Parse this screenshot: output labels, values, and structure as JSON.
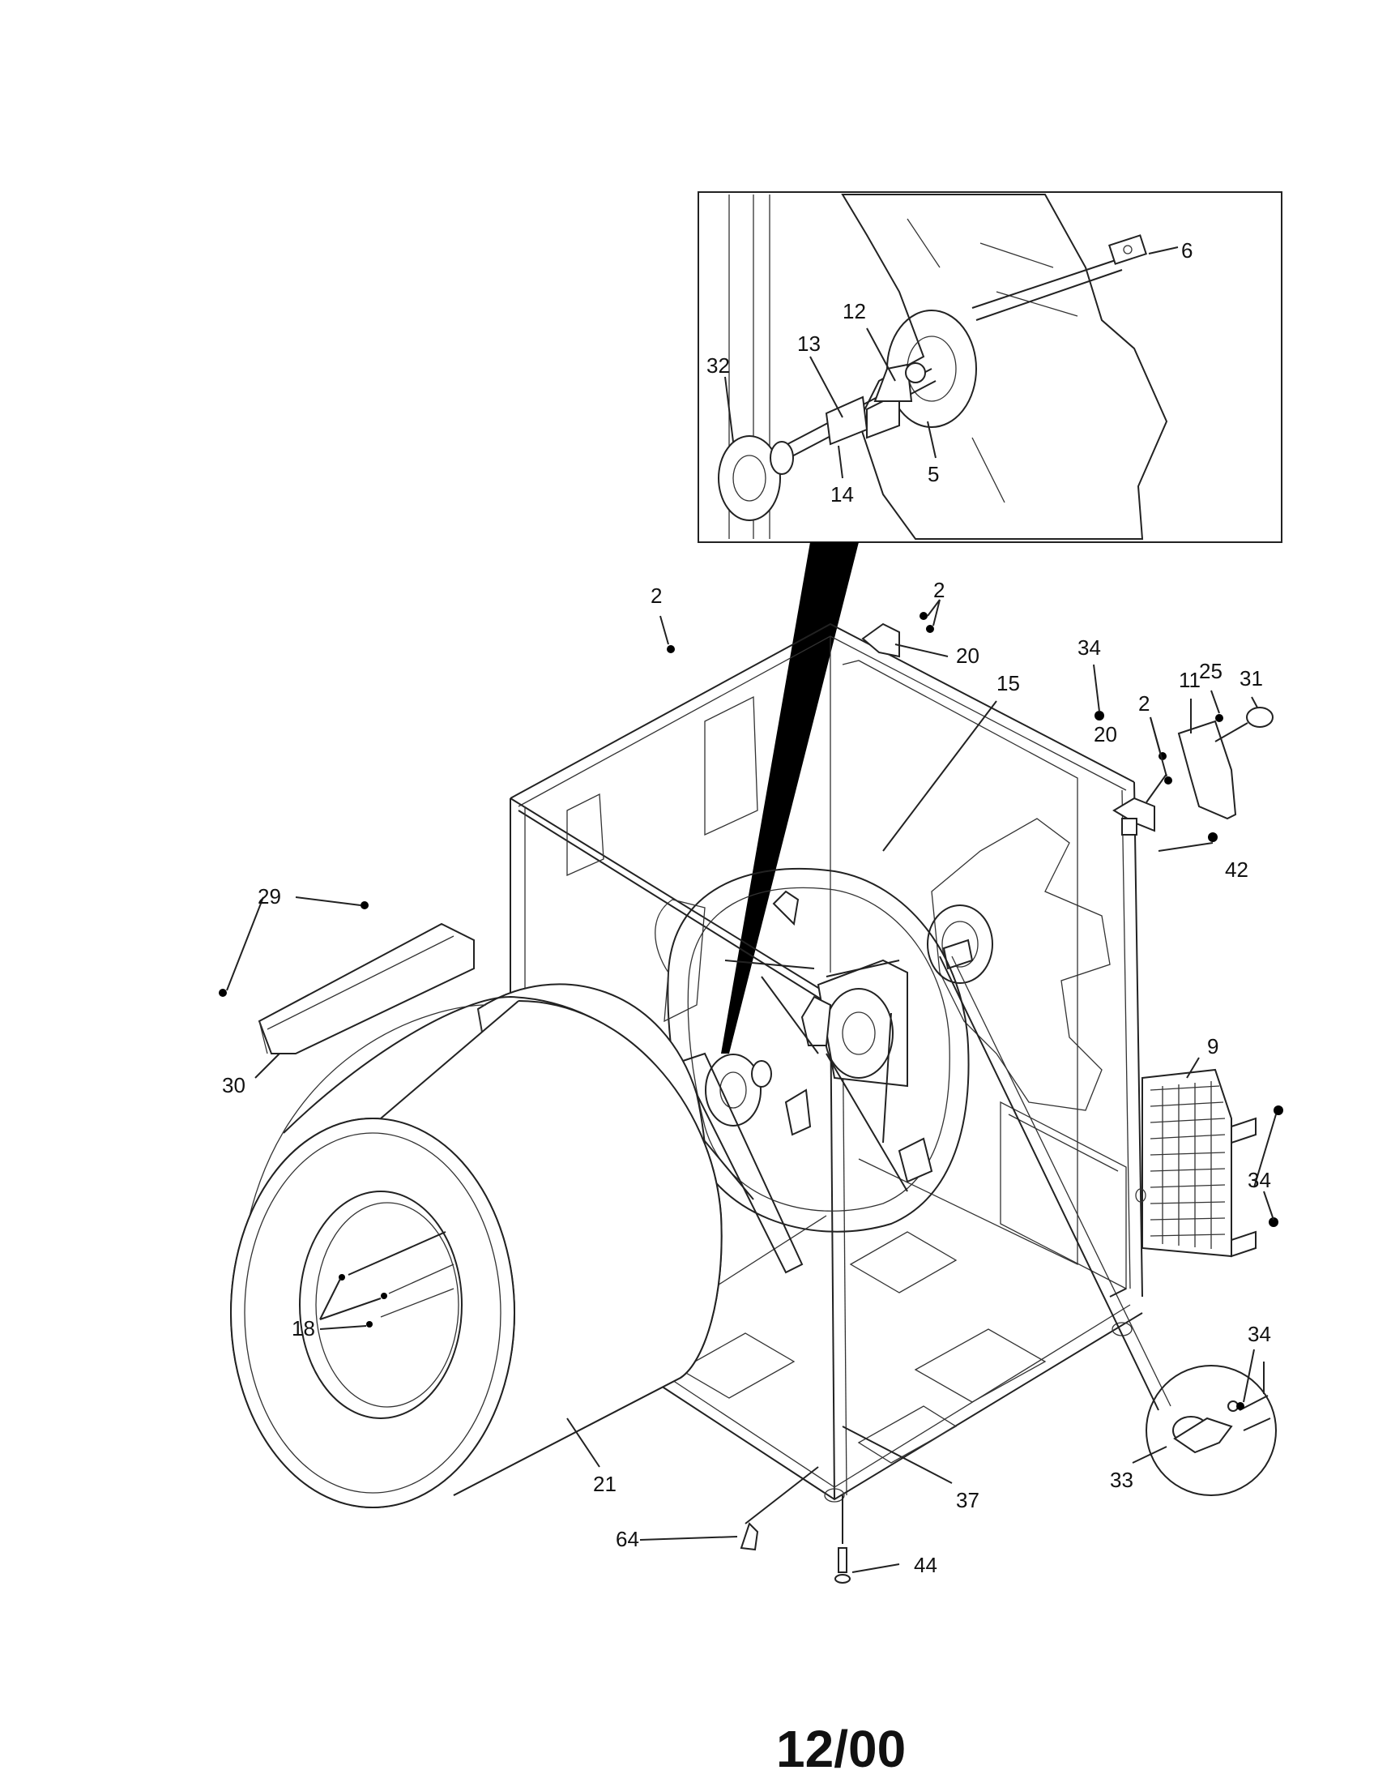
{
  "callouts": {
    "c6": "6",
    "c12": "12",
    "c13": "13",
    "c32": "32",
    "c14": "14",
    "c5": "5",
    "c2a": "2",
    "c2b": "2",
    "c2c": "2",
    "c20a": "20",
    "c20b": "20",
    "c15": "15",
    "c34a": "34",
    "c34b": "34",
    "c34c": "34",
    "c11": "11",
    "c25": "25",
    "c31": "31",
    "c42": "42",
    "c29": "29",
    "c30": "30",
    "c9": "9",
    "c18": "18",
    "c21": "21",
    "c37": "37",
    "c33": "33",
    "c64": "64",
    "c44": "44"
  },
  "footer": {
    "code": "12/00"
  }
}
